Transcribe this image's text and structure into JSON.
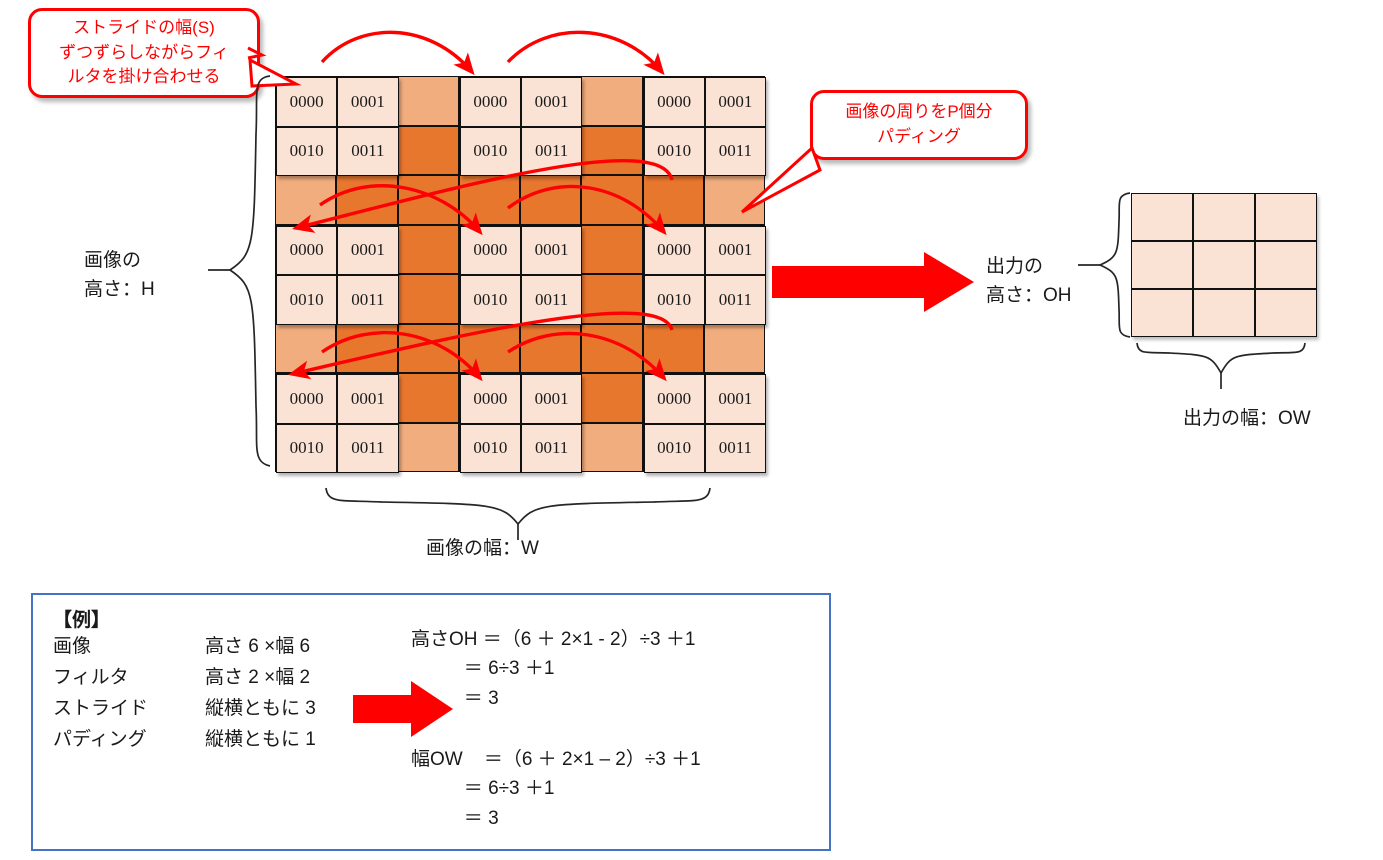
{
  "callouts": {
    "stride": "ストライドの幅(S)\nずつずらしながらフィ\nルタを掛け合わせる",
    "padding": "画像の周りをP個分\nパディング"
  },
  "labels": {
    "image_height": "画像の\n高さ：H",
    "image_width": "画像の幅：W",
    "output_height": "出力の\n高さ：OH",
    "output_width": "出力の幅：OW"
  },
  "filter_cells": [
    "0000",
    "0001",
    "0010",
    "0011"
  ],
  "grid": {
    "cols": 8,
    "rows": 8,
    "padding_count": 1,
    "image_size": 6,
    "filter_size": 2,
    "stride": 3,
    "filter_positions": [
      [
        0,
        0
      ],
      [
        0,
        3
      ],
      [
        0,
        6
      ],
      [
        3,
        0
      ],
      [
        3,
        3
      ],
      [
        3,
        6
      ],
      [
        6,
        0
      ],
      [
        6,
        3
      ],
      [
        6,
        6
      ]
    ]
  },
  "output": {
    "rows": 3,
    "cols": 3,
    "cells": [
      "",
      "",
      "",
      "",
      "",
      "",
      "",
      "",
      ""
    ]
  },
  "example": {
    "title": "【例】",
    "rows": [
      {
        "term": "画像",
        "value": "高さ 6 ×幅 6"
      },
      {
        "term": "フィルタ",
        "value": "高さ 2 ×幅 2"
      },
      {
        "term": "ストライド",
        "value": "縦横ともに 3"
      },
      {
        "term": "パディング",
        "value": "縦横ともに 1"
      }
    ],
    "formula_height": "高さOH ＝（6 ＋ 2×1 - 2）÷3 ＋1\n          ＝ 6÷3 ＋1\n          ＝ 3",
    "formula_width": "幅OW    ＝（6 ＋ 2×1 – 2）÷3 ＋1\n          ＝ 6÷3 ＋1\n          ＝ 3"
  },
  "colors": {
    "padding_cell": "#F1AD7D",
    "image_cell": "#E8772E",
    "filter_cell": "#FAE3D5",
    "callout_red": "#FF0000",
    "arrow_red": "#FF0000",
    "example_border": "#4472C4",
    "text": "#1a1a1a"
  }
}
